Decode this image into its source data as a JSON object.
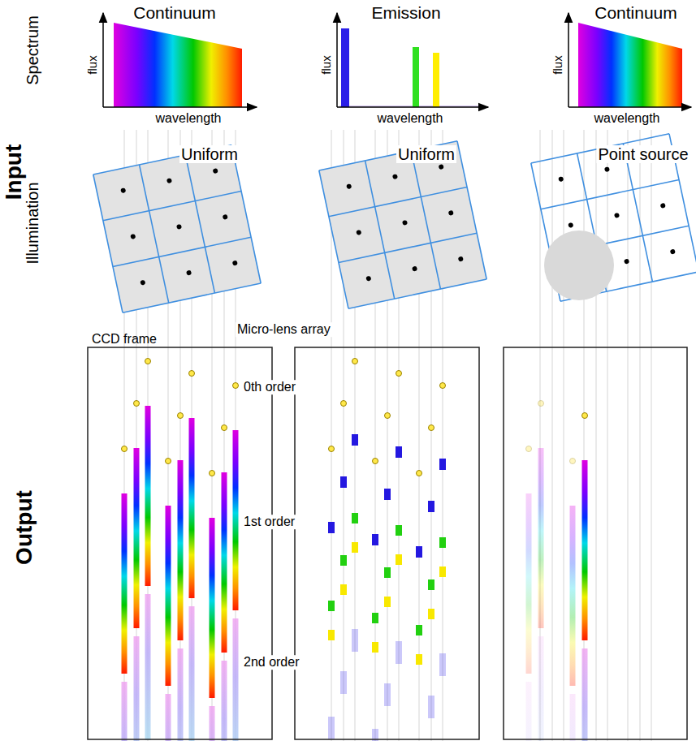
{
  "diagram": {
    "labels": [
      "Continuum",
      "Emission",
      "Continuum",
      "Spectrum",
      "flux",
      "flux",
      "flux",
      "wavelength",
      "wavelength",
      "wavelength",
      "Input",
      "Illumination",
      "Uniform",
      "Uniform",
      "Point source",
      "Micro-lens array",
      "CCD frame",
      "0th order",
      "1st order",
      "2nd order",
      "Output"
    ]
  }
}
